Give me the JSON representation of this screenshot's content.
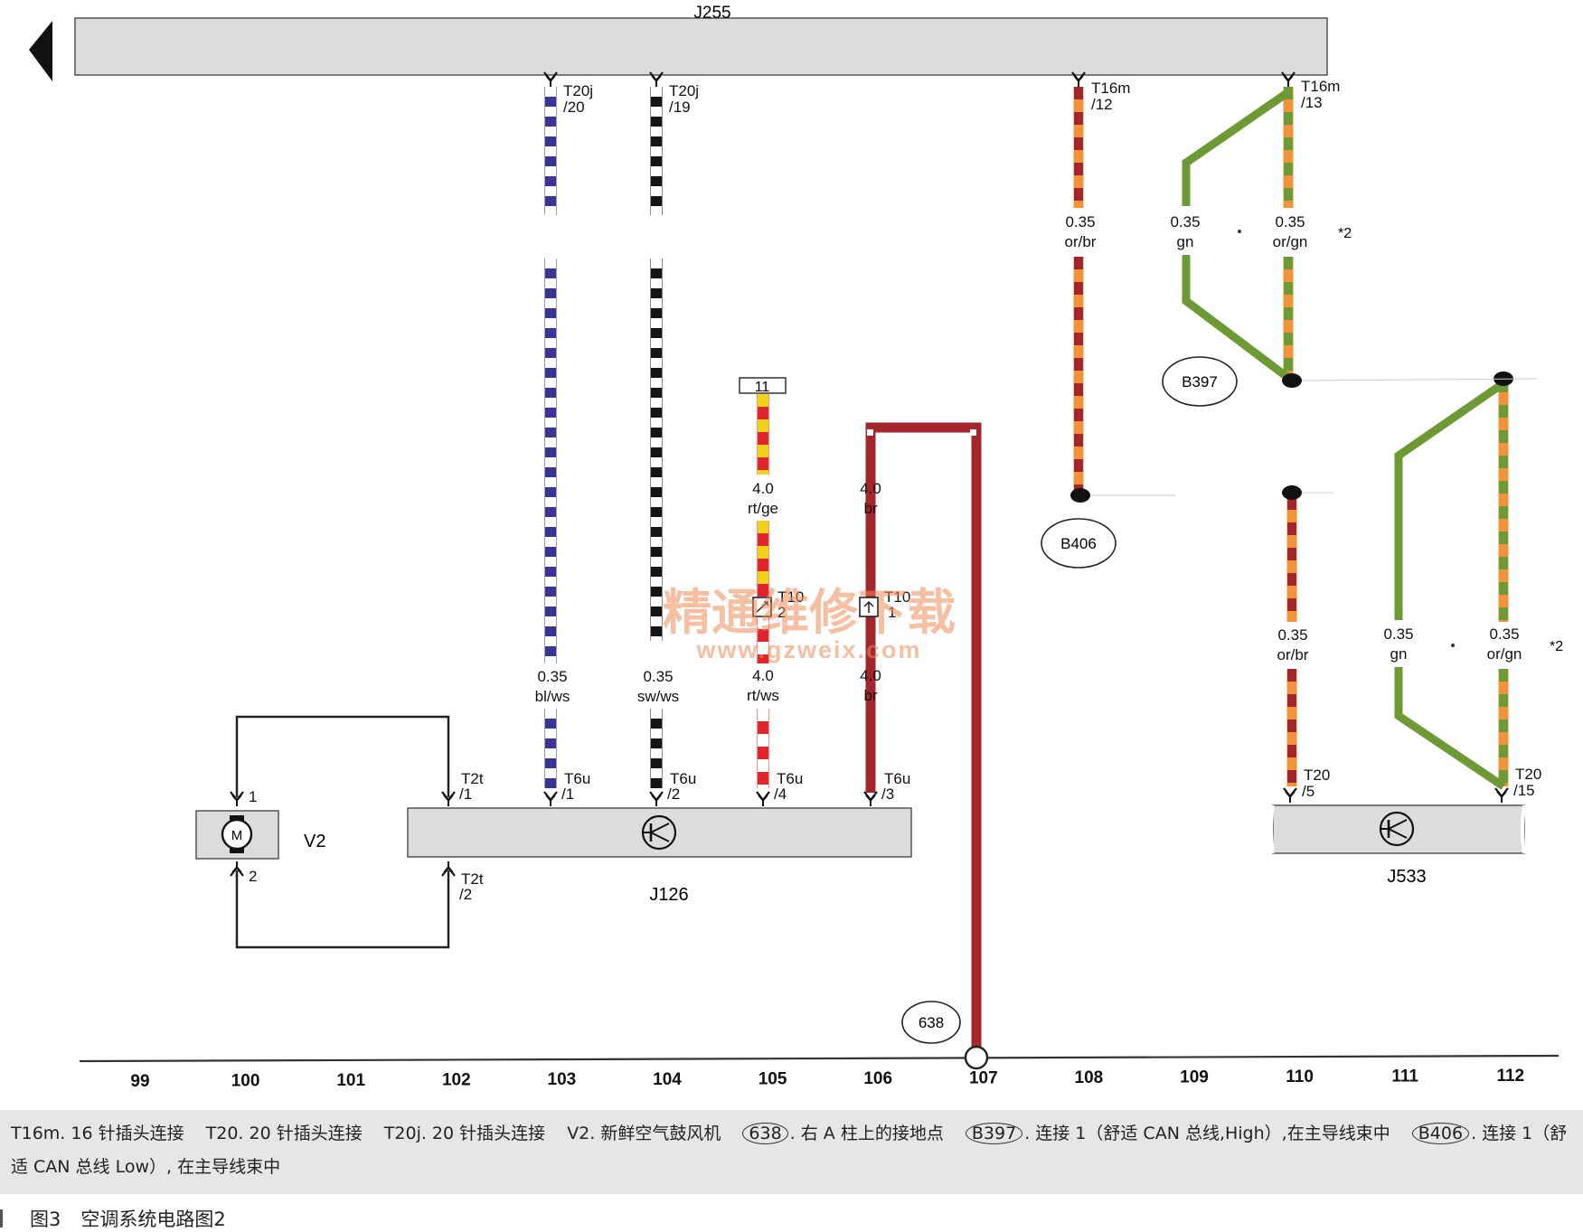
{
  "components": {
    "j255": "J255",
    "j126": "J126",
    "j533": "J533",
    "v2": "V2",
    "motor": "M"
  },
  "fuse": "11",
  "connector_labels": {
    "t20j_20": [
      "T20j",
      "/20"
    ],
    "t20j_19": [
      "T20j",
      "/19"
    ],
    "t16m_12": [
      "T16m",
      "/12"
    ],
    "t16m_13": [
      "T16m",
      "/13"
    ],
    "t6u_1": [
      "T6u",
      "/1"
    ],
    "t6u_2": [
      "T6u",
      "/2"
    ],
    "t6u_4": [
      "T6u",
      "/4"
    ],
    "t6u_3": [
      "T6u",
      "/3"
    ],
    "t2t_1": [
      "T2t",
      "/1"
    ],
    "t2t_2": [
      "T2t",
      "/2"
    ],
    "t10_2": [
      "T10",
      "2"
    ],
    "t10_1": [
      "T10",
      "1"
    ],
    "t20_5": [
      "T20",
      "/5"
    ],
    "t20_15": [
      "T20",
      "/15"
    ],
    "v2_pin1": "1",
    "v2_pin2": "2"
  },
  "wire_labels": {
    "w103": [
      "0.35",
      "bl/ws"
    ],
    "w104": [
      "0.35",
      "sw/ws"
    ],
    "w105_top": [
      "4.0",
      "rt/ge"
    ],
    "w105_bot": [
      "4.0",
      "rt/ws"
    ],
    "w106_top": [
      "4.0",
      "br"
    ],
    "w106_bot": [
      "4.0",
      "br"
    ],
    "w108": [
      "0.35",
      "or/br"
    ],
    "w109": [
      "0.35",
      "gn"
    ],
    "w110_top": [
      "0.35",
      "or/gn"
    ],
    "w110_bot": [
      "0.35",
      "or/br"
    ],
    "w111": [
      "0.35",
      "gn"
    ],
    "w112": [
      "0.35",
      "or/gn"
    ]
  },
  "footnote_marks": {
    "top": "*2",
    "bottom": "*2"
  },
  "ground_points": {
    "g638": "638",
    "b397": "B397",
    "b406": "B406"
  },
  "ruler": [
    "99",
    "100",
    "101",
    "102",
    "103",
    "104",
    "105",
    "106",
    "107",
    "108",
    "109",
    "110",
    "111",
    "112"
  ],
  "watermark": {
    "line1": "精通维修下载",
    "line2": "www.gzweix.com"
  },
  "legend": {
    "t16m": "T16m. 16 针插头连接",
    "t20": "T20. 20 针插头连接",
    "t20j": "T20j. 20 针插头连接",
    "v2": "V2. 新鲜空气鼓风机",
    "g638_num": "638",
    "g638_text": ". 右 A 柱上的接地点",
    "b397_num": "B397",
    "b397_text": ". 连接 1（舒适 CAN 总线,High）,在主导线束中",
    "b406_num": "B406",
    "b406_text": ". 连接 1（舒适 CAN 总线 Low）, 在主导线束中"
  },
  "caption": {
    "fig": "图3",
    "title": "空调系统电路图2"
  },
  "colors": {
    "bl": "#3b3494",
    "sw": "#151515",
    "ws": "#ffffff",
    "rt": "#e0262a",
    "ge": "#f2d21a",
    "br": "#a3262c",
    "or": "#f2923a",
    "gn": "#6e9a35",
    "box": "#dcdcdc",
    "watermark": "#f08a55"
  }
}
